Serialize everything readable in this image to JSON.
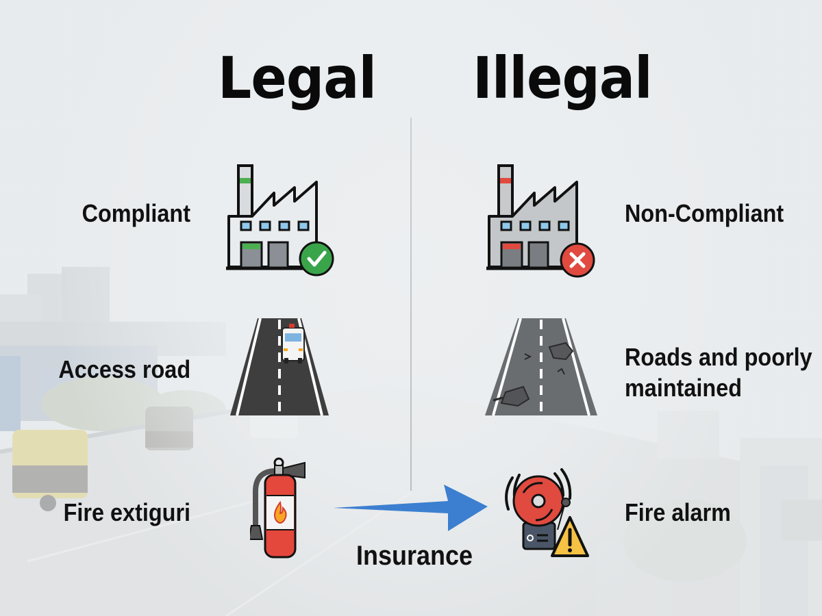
{
  "headings": {
    "legal": "Legal",
    "illegal": "Illegal"
  },
  "rows": [
    {
      "legal": {
        "label": "Compliant",
        "icon": "factory-check-icon"
      },
      "illegal": {
        "label": "Non-Compliant",
        "icon": "factory-x-icon"
      }
    },
    {
      "legal": {
        "label": "Access road",
        "icon": "road-ambulance-icon"
      },
      "illegal": {
        "label_line1": "Roads and poorly",
        "label_line2": "maintained",
        "icon": "damaged-road-icon"
      }
    },
    {
      "legal": {
        "label": "Fire extiguri",
        "icon": "fire-extinguisher-icon"
      },
      "illegal": {
        "label": "Fire alarm",
        "icon": "fire-alarm-warning-icon"
      }
    }
  ],
  "connector": {
    "label": "Insurance",
    "icon": "arrow-right-icon"
  },
  "colors": {
    "check_green": "#3aa44a",
    "cross_red": "#e04a3f",
    "arrow_blue": "#3c7fd0",
    "extinguisher_red": "#e4473c",
    "warning_yellow": "#f6c244",
    "road_dark": "#444444",
    "road_grey": "#666a6d",
    "window_blue": "#8fc8ea",
    "text": "#111111"
  }
}
